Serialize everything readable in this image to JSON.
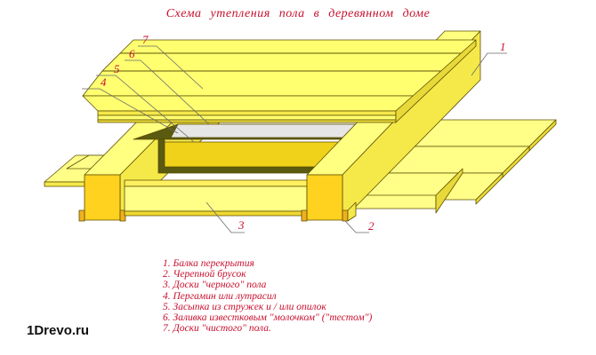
{
  "title": "Схема утепления пола в деревянном доме",
  "callouts": [
    {
      "id": "1",
      "label": "1"
    },
    {
      "id": "2",
      "label": "2"
    },
    {
      "id": "3",
      "label": "3"
    },
    {
      "id": "4",
      "label": "4"
    },
    {
      "id": "5",
      "label": "5"
    },
    {
      "id": "6",
      "label": "6"
    },
    {
      "id": "7",
      "label": "7"
    }
  ],
  "legend": [
    "1. Балка перекрытия",
    "2. Черепной брусок",
    "3. Доски \"черного\" пола",
    "4. Пергамин или лутрасил",
    "5. Засыпка из стружек и / или опилок",
    "6. Заливка известковым \"молочком\" (\"тестом\")",
    "7. Доски \"чистого\" пола."
  ],
  "brand": "1Drevo.ru",
  "colors": {
    "accent_red": "#c8102e",
    "wood_light": "#ffff80",
    "wood_mid": "#f5e94a",
    "wood_front": "#ffd21f",
    "dark_liner": "#5a5a10",
    "filler": "#f1d21a",
    "white_layer": "#e6e6e6",
    "outline": "#6b5a00"
  }
}
